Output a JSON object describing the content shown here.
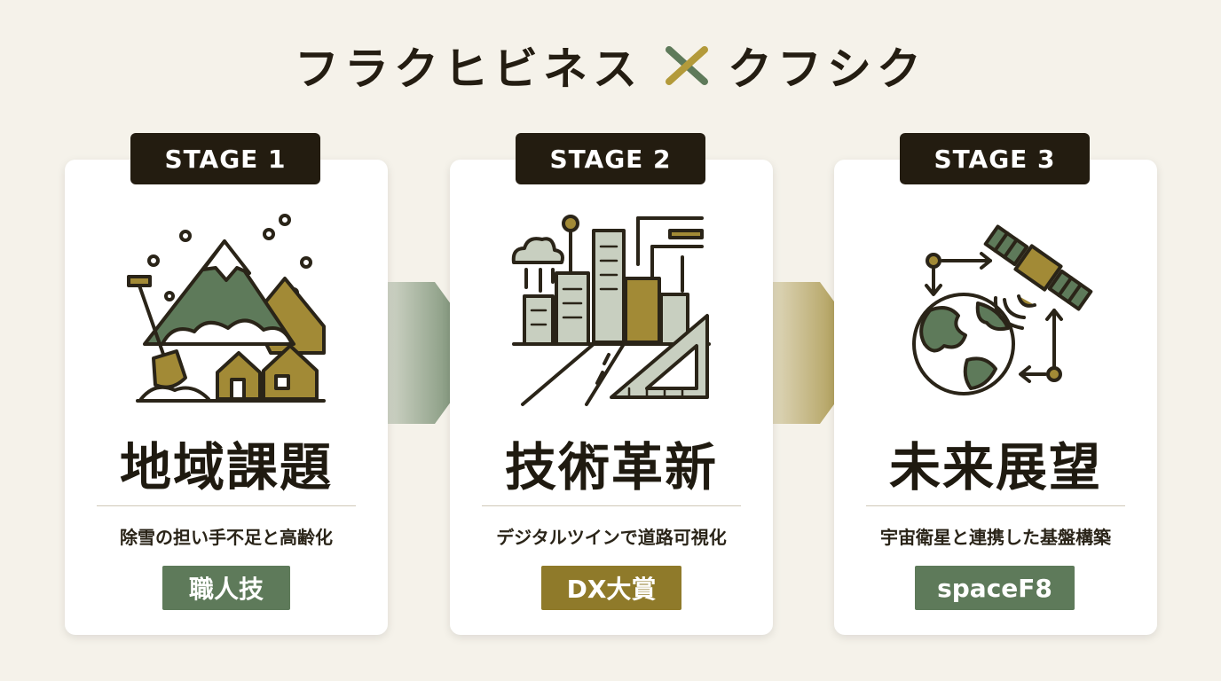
{
  "title": {
    "left": "フラクヒビネス",
    "right": "クフシク"
  },
  "colors": {
    "green": "#5e7a5a",
    "gold": "#8f7a2a",
    "dark": "#231c10",
    "background": "#f5f2ea"
  },
  "stages": [
    {
      "badge": "STAGE 1",
      "heading": "地域課題",
      "description": "除雪の担い手不足と高齢化",
      "tag": "職人技",
      "tag_color": "#5e7a5a",
      "icon": "snowy-mountain-shovel-houses-icon"
    },
    {
      "badge": "STAGE 2",
      "heading": "技術革新",
      "description": "デジタルツインで道路可視化",
      "tag": "DX大賞",
      "tag_color": "#8f7a2a",
      "icon": "city-road-ruler-icon"
    },
    {
      "badge": "STAGE 3",
      "heading": "未来展望",
      "description": "宇宙衛星と連携した基盤構築",
      "tag": "spaceF8",
      "tag_color": "#5e7a5a",
      "icon": "globe-satellite-icon"
    }
  ]
}
